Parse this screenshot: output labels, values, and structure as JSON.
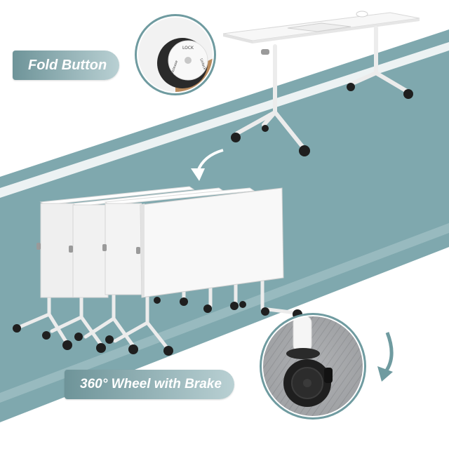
{
  "labels": {
    "fold_button": "Fold Button",
    "wheel": "360° Wheel with Brake"
  },
  "knob_text": {
    "lock": "LOCK",
    "unlock": "Unlock",
    "release": "Release"
  },
  "colors": {
    "teal_band": "#7fa8ae",
    "teal_band_light": "#a9c6ca",
    "label_gradient_start": "#6e9499",
    "label_gradient_end": "#b9d0d3",
    "circle_border": "#6f9ba0",
    "table_top": "#f7f7f7",
    "frame": "#e9e9e9",
    "caster": "#1f1f1f"
  },
  "icons": {
    "fold_arrow": "curved-arrow-down-left-icon",
    "wheel_arrow": "curved-arrow-down-left-icon",
    "knob": "fold-knob-icon",
    "caster": "caster-wheel-icon"
  }
}
